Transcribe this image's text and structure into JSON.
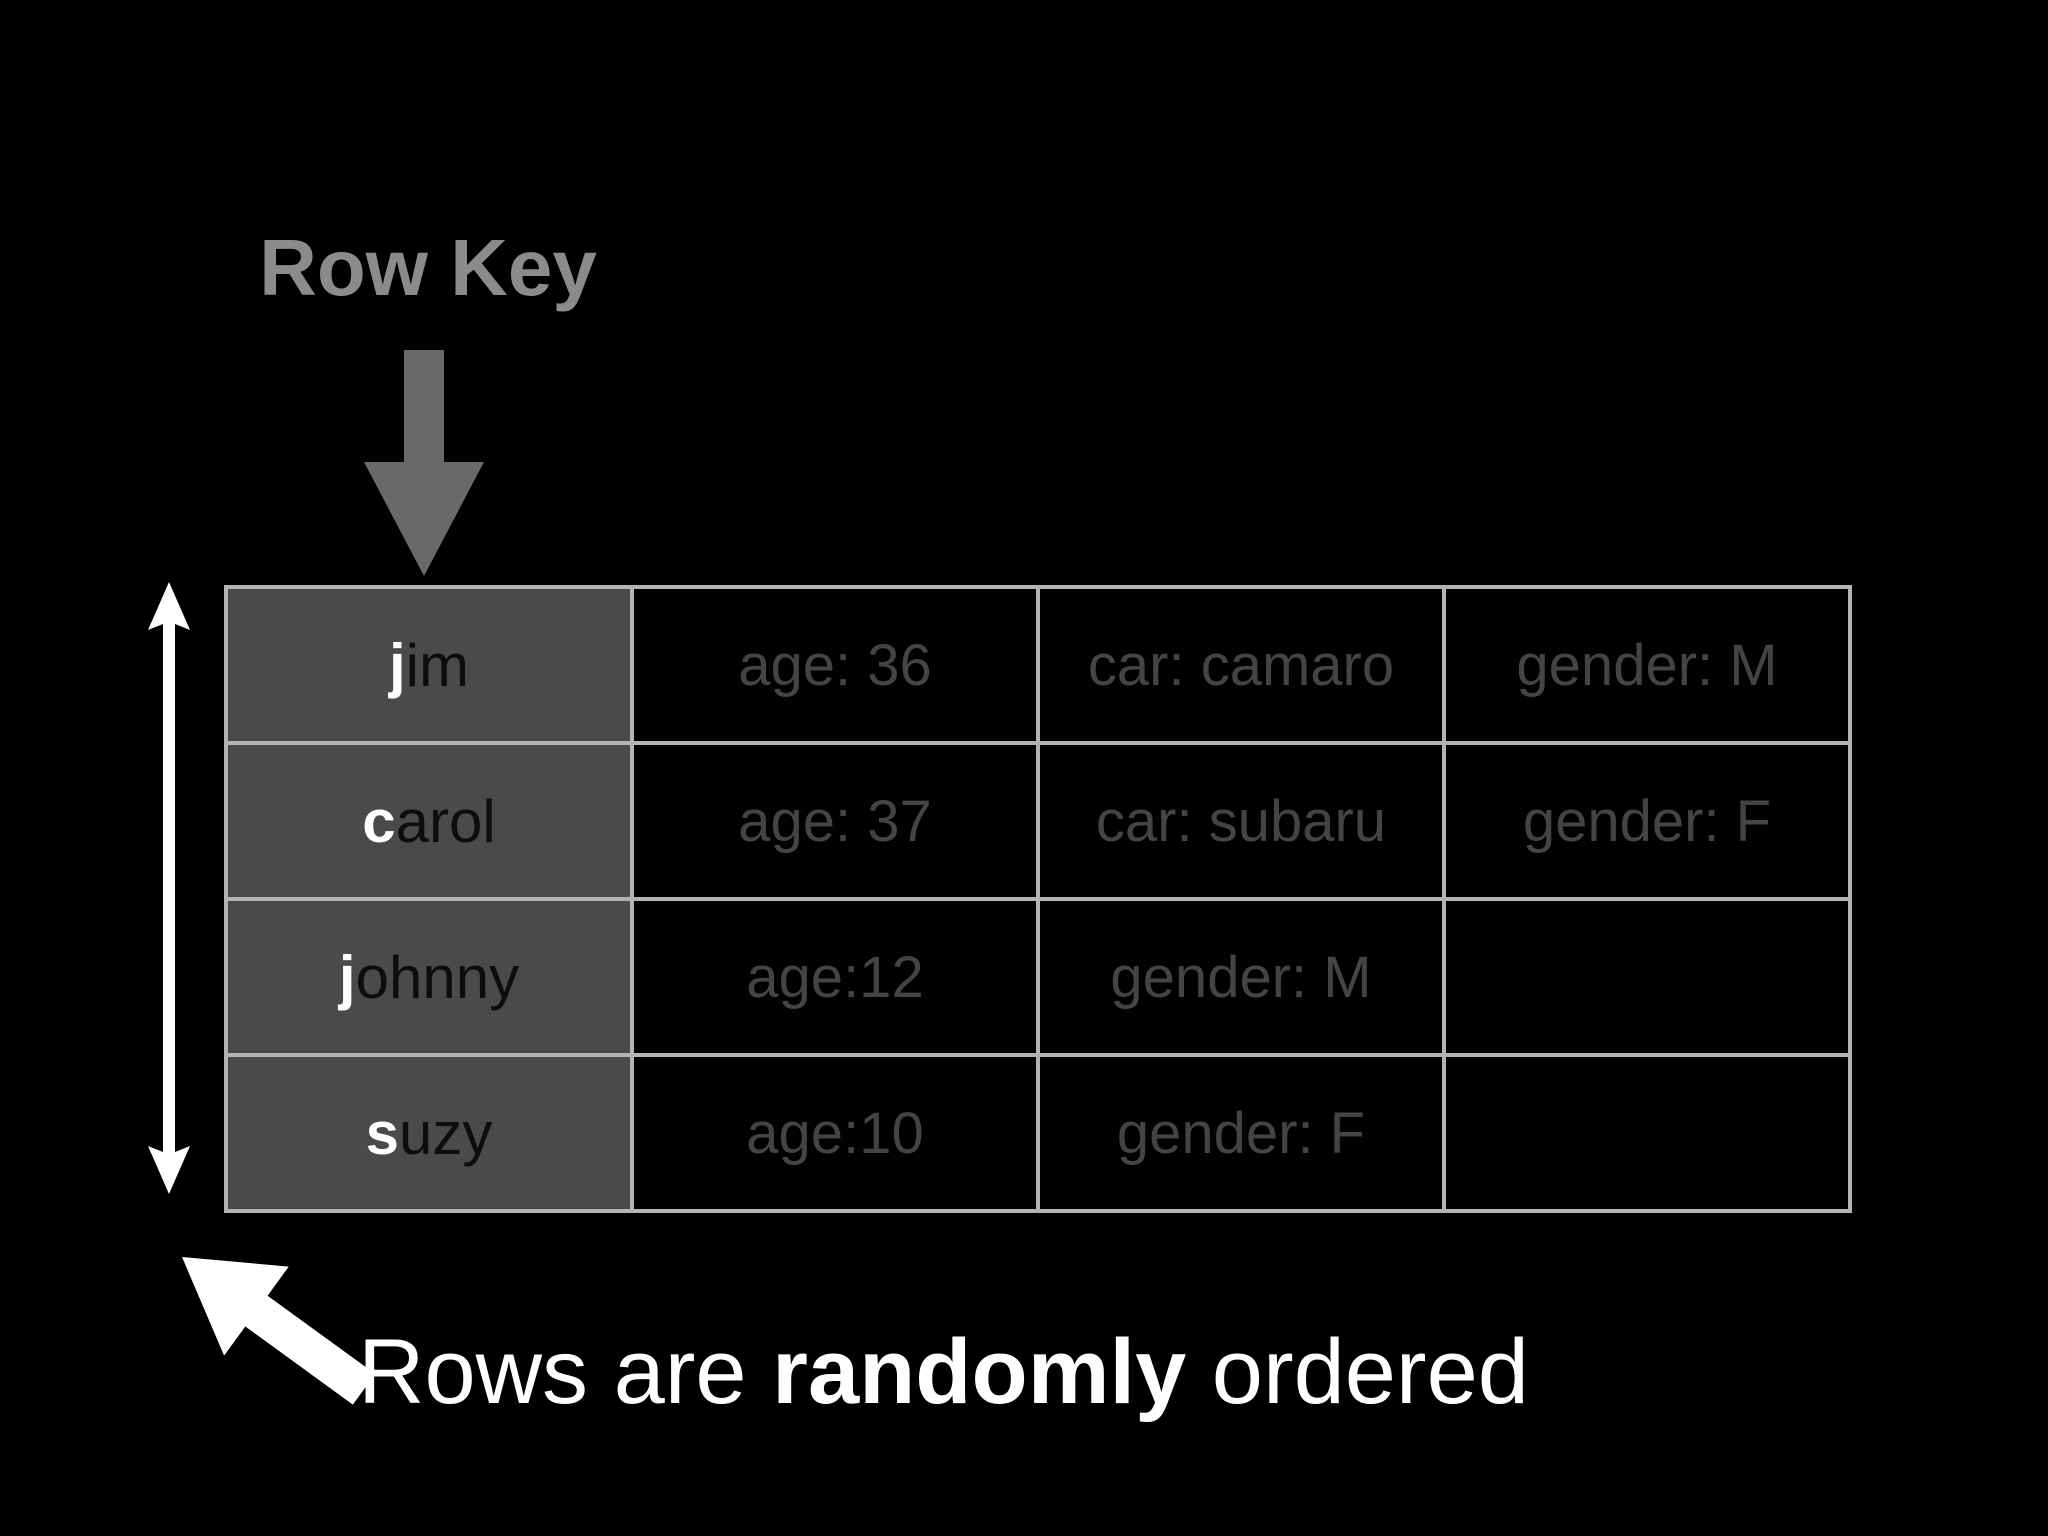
{
  "colors": {
    "background": "#000000",
    "table_border": "#b3b3b3",
    "key_cell_bg": "#4a4a4a",
    "key_first_letter": "#ffffff",
    "key_rest": "#0d0d0d",
    "data_text": "#444444",
    "row_key_label": "#8b8b8b",
    "row_key_arrow": "#696969",
    "annotation_white": "#ffffff"
  },
  "row_key": {
    "label": "Row Key"
  },
  "table": {
    "rows": [
      {
        "key_first": "j",
        "key_rest": "im",
        "cells": [
          "age: 36",
          "car: camaro",
          "gender: M"
        ]
      },
      {
        "key_first": "c",
        "key_rest": "arol",
        "cells": [
          "age: 37",
          "car: subaru",
          "gender: F"
        ]
      },
      {
        "key_first": "j",
        "key_rest": "ohnny",
        "cells": [
          "age:12",
          "gender: M",
          ""
        ]
      },
      {
        "key_first": "s",
        "key_rest": "uzy",
        "cells": [
          "age:10",
          "gender: F",
          ""
        ]
      }
    ]
  },
  "footer": {
    "text_before": "Rows are ",
    "text_bold": "randomly",
    "text_after": " ordered"
  }
}
